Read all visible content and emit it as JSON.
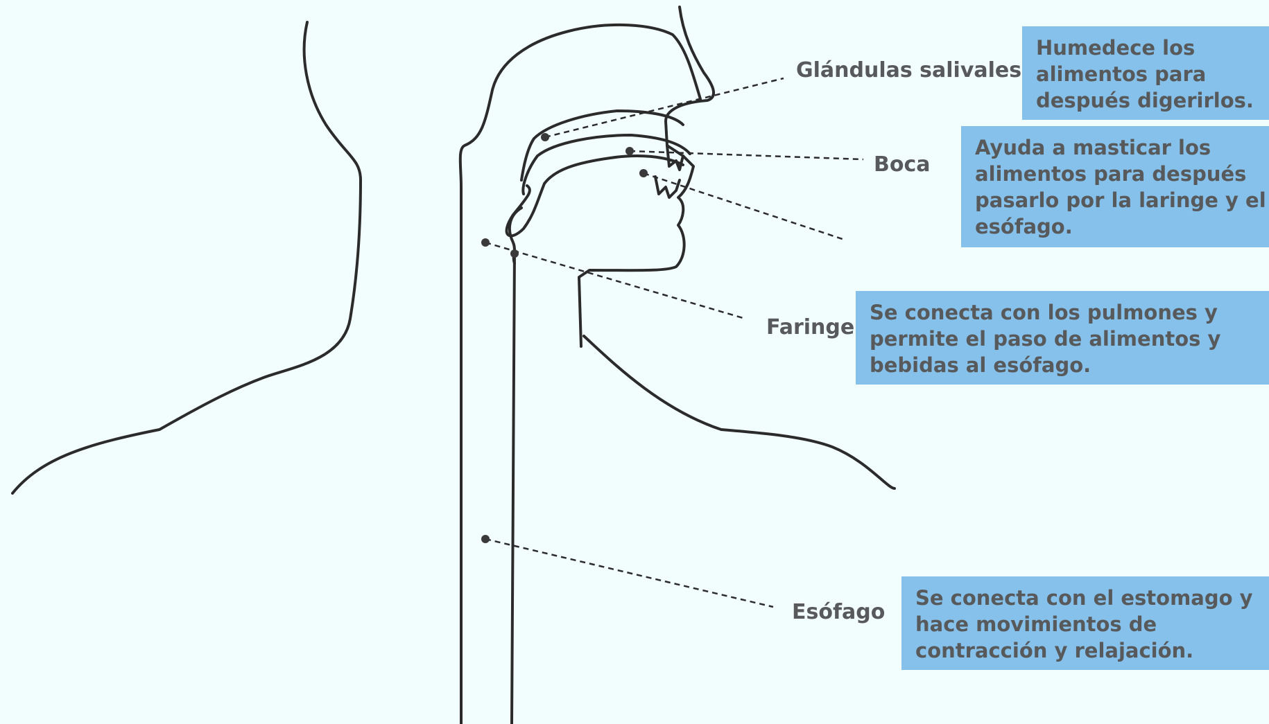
{
  "labels": {
    "glandulas": "Glándulas salivales",
    "boca": "Boca",
    "faringe": "Faringe",
    "esofago": "Esófago"
  },
  "boxes": {
    "glandulas": [
      "Humedece los",
      "alimentos para",
      "después digerirlos."
    ],
    "boca": [
      "Ayuda a masticar los",
      "alimentos para después",
      "pasarlo por la laringe y el",
      "esófago."
    ],
    "faringe": [
      "Se conecta con los pulmones y",
      "permite el paso de alimentos y",
      "bebidas al esófago."
    ],
    "esofago": [
      "Se conecta con el estomago y",
      "hace movimientos de",
      "contracción y relajación."
    ]
  },
  "colors": {
    "background": "#f2fdfe",
    "box": "#85c1ea",
    "text": "#58595b",
    "outline": "#2b2b2b"
  }
}
